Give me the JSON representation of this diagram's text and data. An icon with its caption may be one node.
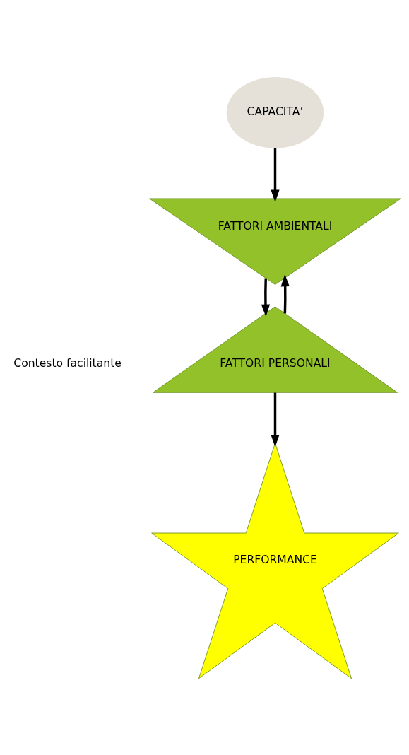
{
  "diagram": {
    "nodes": [
      {
        "text": [
          "CAPACITA’"
        ]
      },
      {
        "text": [
          "FATTORI AMBIENTALI"
        ]
      },
      {
        "text": [
          "FATTORI PERSONALI"
        ]
      },
      {
        "text": [
          "PERFORMANCE"
        ]
      }
    ],
    "edges": [
      {
        "from": 0,
        "to": 1,
        "arrow": "to"
      },
      {
        "from": 1,
        "to": 2,
        "arrow": "to"
      },
      {
        "from": 2,
        "to": 1,
        "arrow": "to"
      },
      {
        "from": 2,
        "to": 3,
        "arrow": "to"
      }
    ],
    "labels": [
      "Contesto facilitante"
    ]
  }
}
